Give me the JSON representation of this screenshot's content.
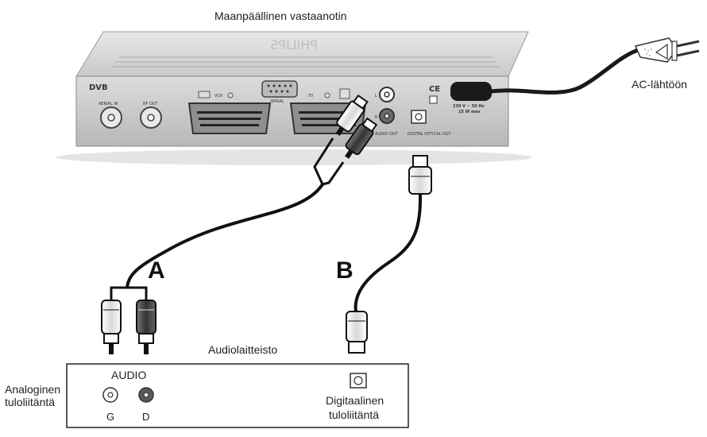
{
  "title": "Maanpäällinen vastaanotin",
  "ac_label": "AC-lähtöön",
  "connection_a": "A",
  "connection_b": "B",
  "audio_equipment": "Audiolaitteisto",
  "analog_input": {
    "line1": "Analoginen",
    "line2": "tuloliitäntä"
  },
  "audio_heading": "AUDIO",
  "left_channel": "G",
  "right_channel": "D",
  "digital_input": {
    "line1": "Digitaalinen",
    "line2": "tuloliitäntä"
  },
  "receiver_panel": {
    "dvb": "DVB",
    "aerial_in": "AERIAL IN",
    "rf_out": "RF OUT",
    "vcr": "VCR",
    "serial": "SERIAL",
    "tv": "TV",
    "audio_out": "AUDIO OUT",
    "digital_optical_out": "DIGITAL OPTICAL OUT",
    "power_rating_1": "230 V ~ 50 Hz",
    "power_rating_2": "15 W max",
    "ce_mark": "CE",
    "audio_l": "L",
    "audio_r": "R"
  }
}
